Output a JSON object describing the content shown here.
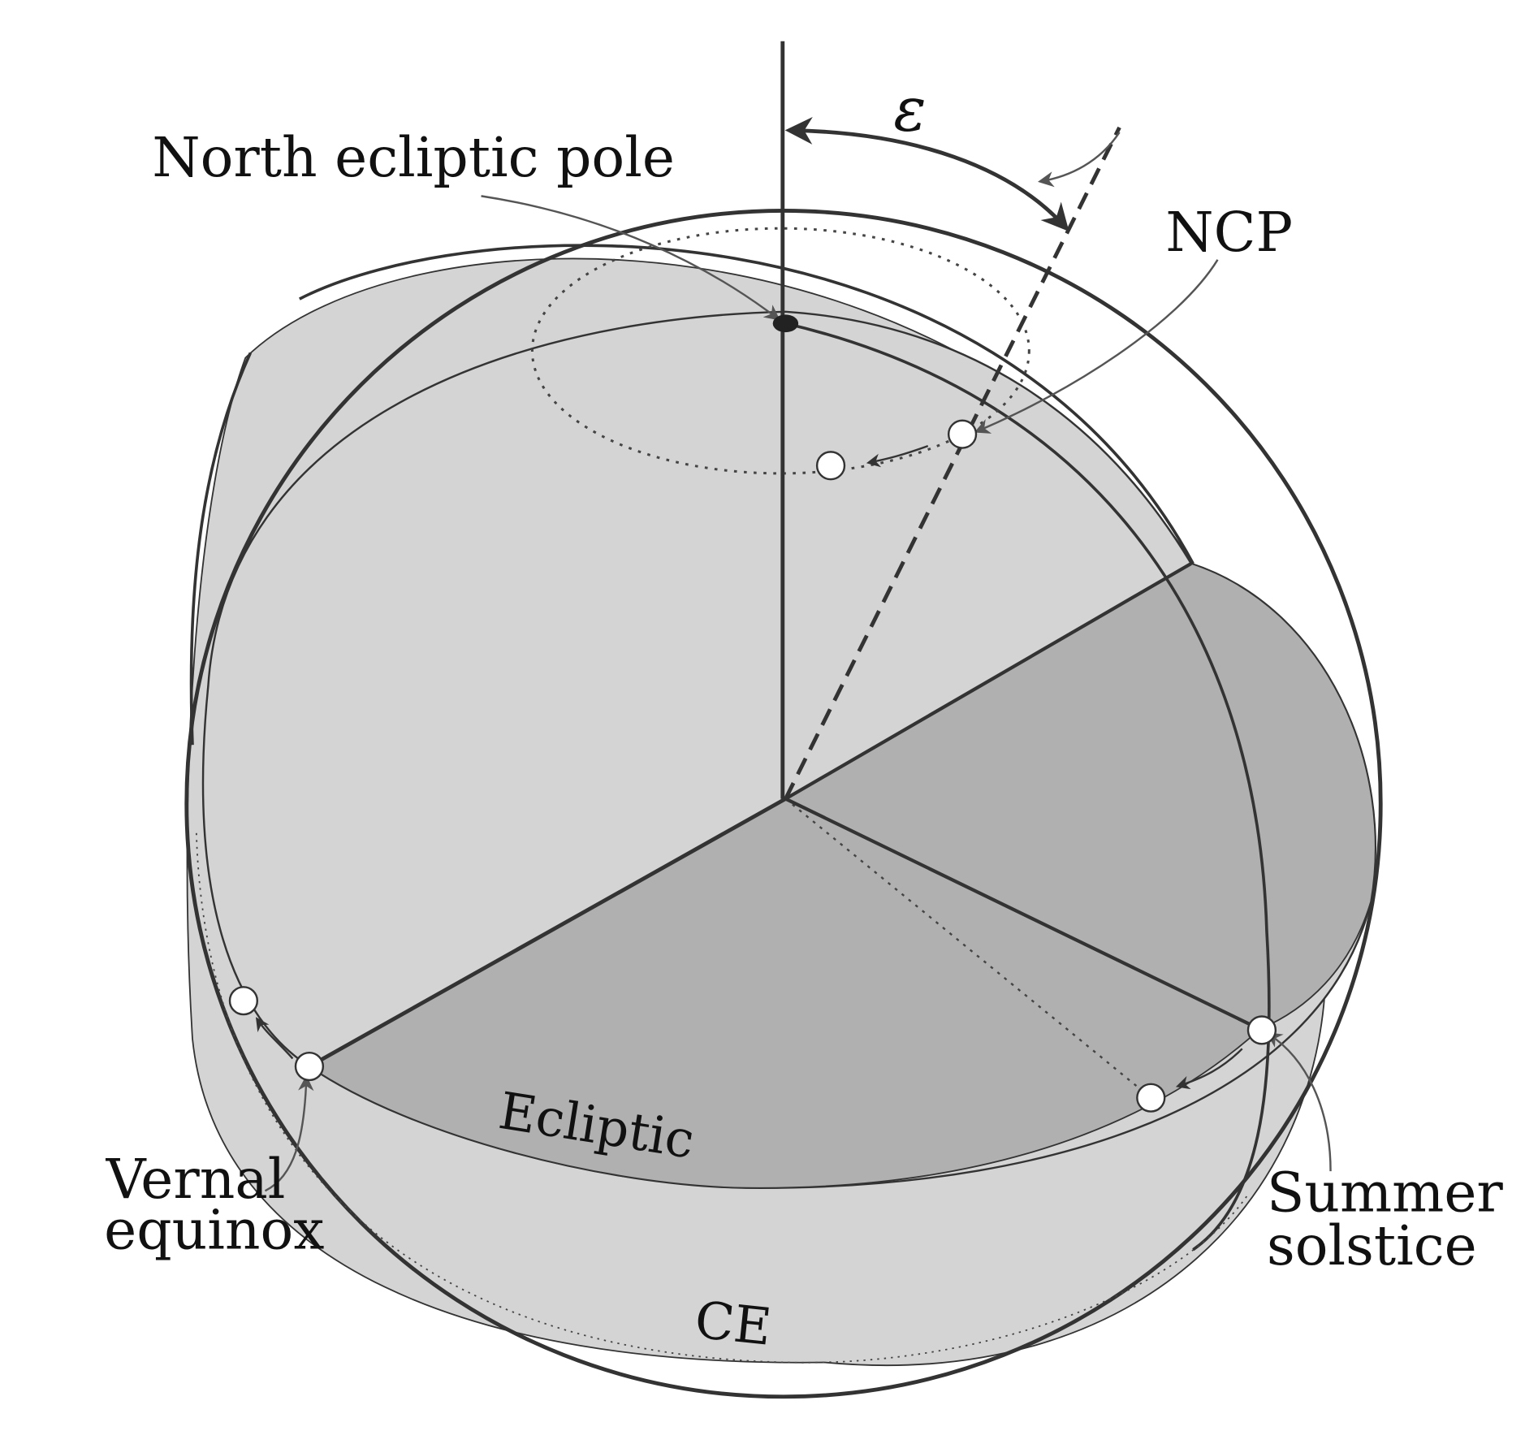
{
  "labels": {
    "north_ecliptic_pole": "North ecliptic pole",
    "ncp": "NCP",
    "epsilon": "ε",
    "vernal_line1": "Vernal",
    "vernal_line2": "equinox",
    "summer_line1": "Summer",
    "summer_line2": "solstice",
    "ecliptic": "Ecliptic",
    "ce": "CE"
  },
  "colors": {
    "sphere_outline": "#333333",
    "plane_light": "#d4d4d4",
    "plane_dark": "#b0b0b0",
    "line": "#333333",
    "leader": "#555555",
    "marker_fill": "#ffffff",
    "background": "#ffffff"
  }
}
